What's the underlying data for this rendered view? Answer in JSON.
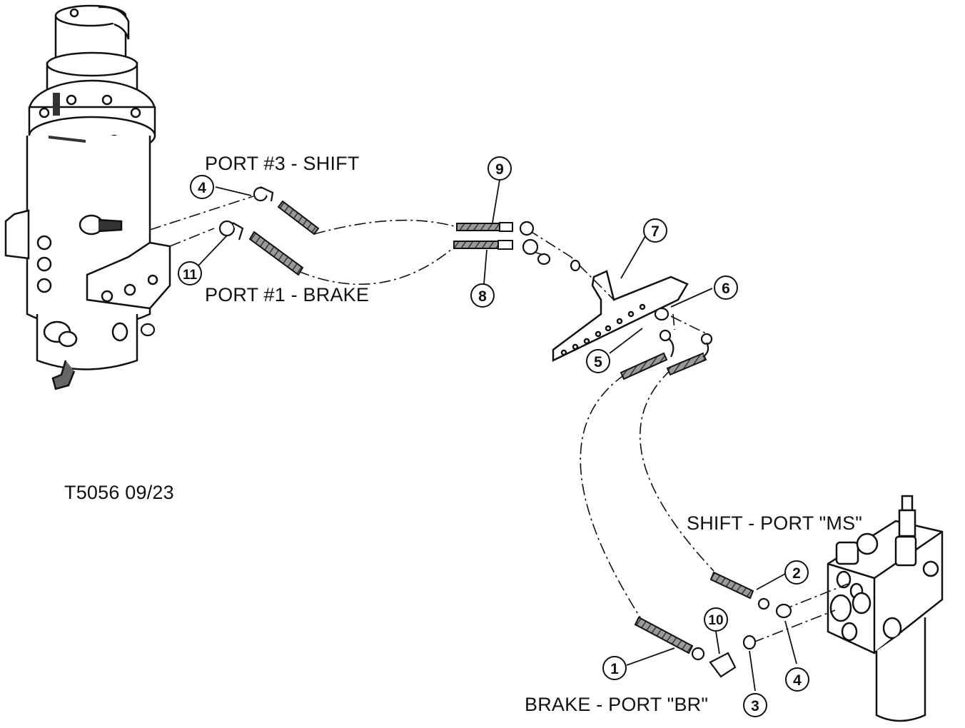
{
  "labels": {
    "port3": "PORT #3 - SHIFT",
    "port1": "PORT #1 - BRAKE",
    "drawing_id": "T5056   09/23",
    "shift_ms": "SHIFT - PORT \"MS\"",
    "brake_br": "BRAKE - PORT \"BR\""
  },
  "callouts": [
    "1",
    "2",
    "3",
    "4",
    "4",
    "5",
    "6",
    "7",
    "8",
    "9",
    "10",
    "11"
  ],
  "colors": {
    "ink": "#111111",
    "hose": "#7a7a7a",
    "fill": "#ffffff"
  }
}
